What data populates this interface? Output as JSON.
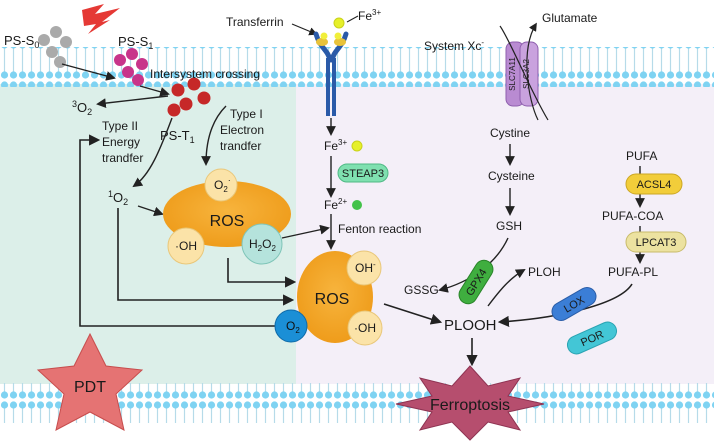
{
  "labels": {
    "ps_s0": "PS-S",
    "ps_s0_sub": "0",
    "ps_s1": "PS-S",
    "ps_s1_sub": "1",
    "ps_t1": "PS-T",
    "ps_t1_sub": "1",
    "o2_triplet_sup": "3",
    "o2_triplet": "O",
    "o2_triplet_sub": "2",
    "intersystem": "Intersystem crossing",
    "type2_l1": "Type II",
    "type2_l2": "Energy",
    "type2_l3": "trandfer",
    "type1_l1": "Type I",
    "type1_l2": "Electron",
    "type1_l3": "trandfer",
    "o2_singlet_sup": "1",
    "o2_singlet": "O",
    "o2_singlet_sub": "2",
    "ros_left": "ROS",
    "superoxide": "O",
    "superoxide_sub": "2",
    "superoxide_sup": "·",
    "hydroxyl_left": "·OH",
    "h2o2_a": "H",
    "h2o2_sub1": "2",
    "h2o2_b": "O",
    "h2o2_sub2": "2",
    "transferrin": "Transferrin",
    "fe3_top": "Fe",
    "fe3_top_sup": "3+",
    "fe3_mid": "Fe",
    "fe3_mid_sup": "3+",
    "steap3": "STEAP3",
    "fe2": "Fe",
    "fe2_sup": "2+",
    "fenton": "Fenton reaction",
    "ros_right": "ROS",
    "hydroxide": "OH",
    "hydroxide_sup": "-",
    "hydroxyl_right": "·OH",
    "o2_circle": "O",
    "o2_circle_sub": "2",
    "system_xc": "System Xc",
    "system_xc_sup": "-",
    "glutamate": "Glutamate",
    "slc7a11": "SLC7A11",
    "slc3a2": "SLC3A2",
    "cystine": "Cystine",
    "cysteine": "Cysteine",
    "gsh": "GSH",
    "gssg": "GSSG",
    "gpx4": "GPX4",
    "ploh": "PLOH",
    "plooh": "PLOOH",
    "pufa": "PUFA",
    "acsl4": "ACSL4",
    "pufa_coa": "PUFA-COA",
    "lpcat3": "LPCAT3",
    "pufa_pl": "PUFA-PL",
    "lox": "LOX",
    "por": "POR",
    "pdt": "PDT",
    "ferroptosis": "Ferroptosis"
  },
  "colors": {
    "left_panel": "#dcefe9",
    "right_panel": "#f4eff8",
    "membrane_head": "#7fd3f2",
    "membrane_tail": "#d9eef7",
    "ros": "#f5a623",
    "ros_node": "#fbe3a8",
    "h2o2_node": "#b5e3dc",
    "o2_circle": "#1b8fd6",
    "ps_gray": "#aaaaaa",
    "ps_magenta": "#c8348a",
    "ps_red": "#c62828",
    "lightning": "#e53935",
    "fe_yellow": "#e6f02a",
    "fe2_green": "#43c24a",
    "steap3": "#7fe0b0",
    "gpx4": "#3fae3f",
    "acsl4": "#f2cd3a",
    "lpcat3": "#ece2a0",
    "lox": "#3b7ed6",
    "por": "#43c6d6",
    "pdt": "#e57373",
    "ferroptosis": "#b64e6e",
    "transporter": "#b98bd2",
    "transferrin_receptor": "#2a5aa8"
  }
}
